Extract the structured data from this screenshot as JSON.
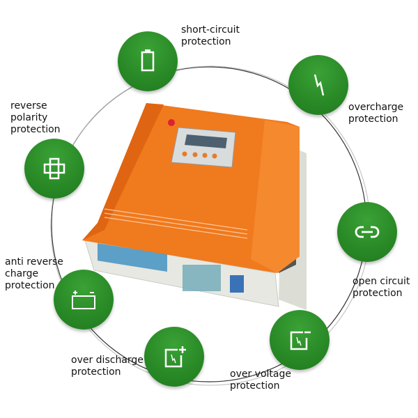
{
  "features": [
    {
      "id": "short-circuit",
      "line1": "short-circuit",
      "line2": "protection",
      "icon": "battery-icon"
    },
    {
      "id": "overcharge",
      "line1": "overcharge",
      "line2": "protection",
      "icon": "lightning-icon"
    },
    {
      "id": "reverse-polarity",
      "line1": "reverse",
      "line2": "polarity",
      "line3": "protection",
      "icon": "cross-icon"
    },
    {
      "id": "open-circuit",
      "line1": "open circuit",
      "line2": "protection",
      "icon": "link-icon"
    },
    {
      "id": "anti-reverse-charge",
      "line1": "anti reverse",
      "line2": "charge",
      "line3": "protection",
      "icon": "battery-terminals-icon"
    },
    {
      "id": "over-discharge",
      "line1": "over discharge",
      "line2": "protection",
      "icon": "battery-plus-icon"
    },
    {
      "id": "over-voltage",
      "line1": "over voltage",
      "line2": "protection",
      "icon": "battery-minus-icon"
    }
  ],
  "colors": {
    "badge": "#2a8a27",
    "device": "#f07a1e",
    "base": "#e4e6df"
  }
}
